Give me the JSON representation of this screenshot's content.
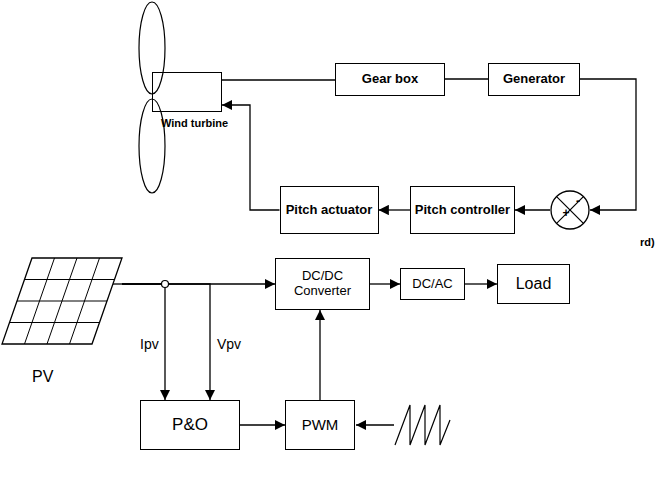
{
  "diagram": {
    "nodes": [
      {
        "text": [
          "Wind turbine"
        ]
      },
      {
        "text": [
          "Gear box"
        ]
      },
      {
        "text": [
          "Generator"
        ]
      },
      {
        "text": [
          "Pitch actuator"
        ]
      },
      {
        "text": [
          "Pitch controller"
        ]
      },
      {
        "text": [
          "+",
          "-"
        ]
      },
      {
        "text": [
          "PV"
        ]
      },
      {
        "text": [
          "DC/DC Converter"
        ]
      },
      {
        "text": [
          "DC/AC"
        ]
      },
      {
        "text": [
          "Load"
        ]
      },
      {
        "text": [
          "P&O"
        ]
      },
      {
        "text": [
          "PWM"
        ]
      }
    ],
    "edges": [
      {
        "from": 0,
        "to": 1,
        "arrow": "none"
      },
      {
        "from": 1,
        "to": 2,
        "arrow": "none"
      },
      {
        "from": 2,
        "to": 5,
        "arrow": "to"
      },
      {
        "from": 5,
        "to": 4,
        "arrow": "to"
      },
      {
        "from": 4,
        "to": 3,
        "arrow": "to"
      },
      {
        "from": 3,
        "to": 0,
        "arrow": "to"
      },
      {
        "from": 6,
        "to": 7,
        "arrow": "to"
      },
      {
        "from": 7,
        "to": 8,
        "arrow": "to"
      },
      {
        "from": 8,
        "to": 9,
        "arrow": "to"
      },
      {
        "from": 6,
        "to": 10,
        "label": "Ipv",
        "arrow": "to"
      },
      {
        "from": 6,
        "to": 10,
        "label": "Vpv",
        "arrow": "to"
      },
      {
        "from": 10,
        "to": 11,
        "arrow": "to"
      },
      {
        "from": 11,
        "to": 7,
        "arrow": "to"
      }
    ],
    "labels": [
      "rd)"
    ]
  }
}
